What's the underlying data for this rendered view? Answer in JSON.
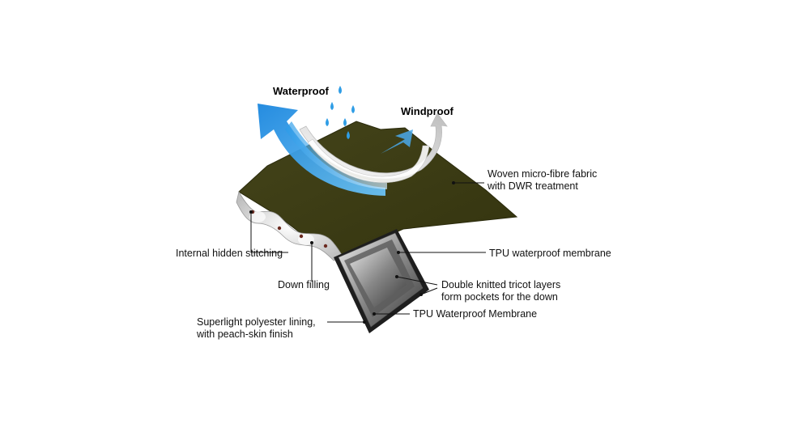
{
  "headings": {
    "waterproof": "Waterproof",
    "windproof": "Windproof"
  },
  "labels": {
    "woven_line1": "Woven micro-fibre fabric",
    "woven_line2": "with DWR treatment",
    "tpu_top": "TPU waterproof membrane",
    "stitching": "Internal hidden stitching",
    "down": "Down filling",
    "tricot_line1": "Double knitted tricot layers",
    "tricot_line2": "form pockets for the down",
    "tpu_bottom": "TPU Waterproof Membrane",
    "lining_line1": "Superlight polyester lining,",
    "lining_line2": "with peach-skin finish"
  },
  "colors": {
    "fabric": "#3d3d16",
    "fabric_edge": "#2a2a0c",
    "water_blue": "#1f8fe0",
    "wind_white": "#f2f2f2",
    "membrane_dark": "#2b2b2b",
    "down_white": "#e8e8e8"
  }
}
